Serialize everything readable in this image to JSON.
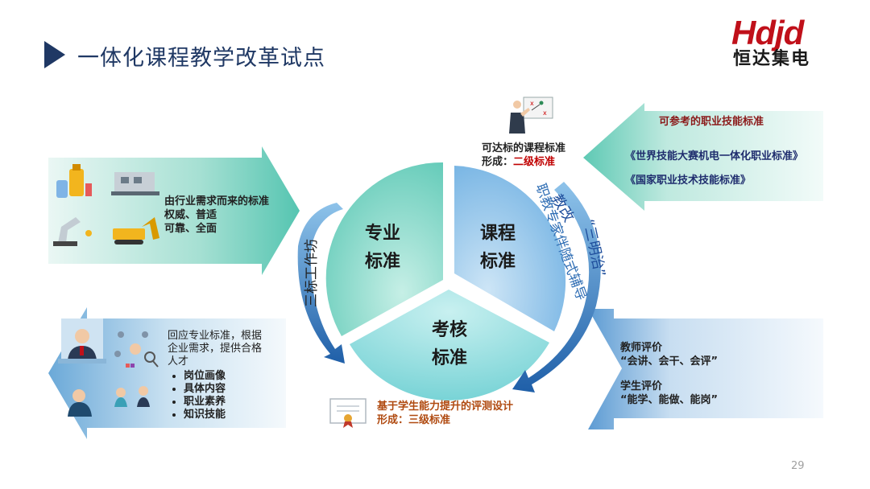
{
  "header": {
    "title": "一体化课程教学改革试点"
  },
  "logo": {
    "word": "Hdjd",
    "company": "恒达集电"
  },
  "page_number": "29",
  "segments": {
    "professional": {
      "line1": "专业",
      "line2": "标准"
    },
    "course": {
      "line1": "课程",
      "line2": "标准"
    },
    "assessment": {
      "line1": "考核",
      "line2": "标准"
    }
  },
  "left_arc_label": "三标工作坊",
  "right_arc_label": {
    "prefix": "教改",
    "quote": "“三明治”",
    "sub": "职教专家伴随式辅导"
  },
  "top_center": {
    "line1": "可达标的课程标准",
    "line2_prefix": "形成：",
    "line2_value": "二级标准"
  },
  "top_right": {
    "heading": "可参考的职业技能标准",
    "items": [
      "《世界技能大赛机电一体化职业标准》",
      "《国家职业技术技能标准》"
    ]
  },
  "left_top": {
    "line1": "由行业需求而来的标准",
    "line2": "权威、普适",
    "line3": "可靠、全面"
  },
  "left_bottom": {
    "intro": [
      "回应专业标准，根据",
      "企业需求，提供合格",
      "人才"
    ],
    "bullets": [
      "岗位画像",
      "具体内容",
      "职业素养",
      "知识技能"
    ]
  },
  "bottom_center": {
    "line1": "基于学生能力提升的评测设计",
    "line2": "形成：三级标准"
  },
  "bottom_right": {
    "teacher_label": "教师评价",
    "teacher_items": "“会讲、会干、会评”",
    "student_label": "学生评价",
    "student_items": "“能学、能做、能岗”"
  },
  "colors": {
    "title_navy": "#1f3864",
    "logo_red": "#c0101a",
    "accent_red": "#c00000",
    "arc_blue": "#2e6db4"
  },
  "icons": [
    "planning-board-icon",
    "industry-equipment-icon",
    "people-network-icon",
    "certificate-icon"
  ]
}
